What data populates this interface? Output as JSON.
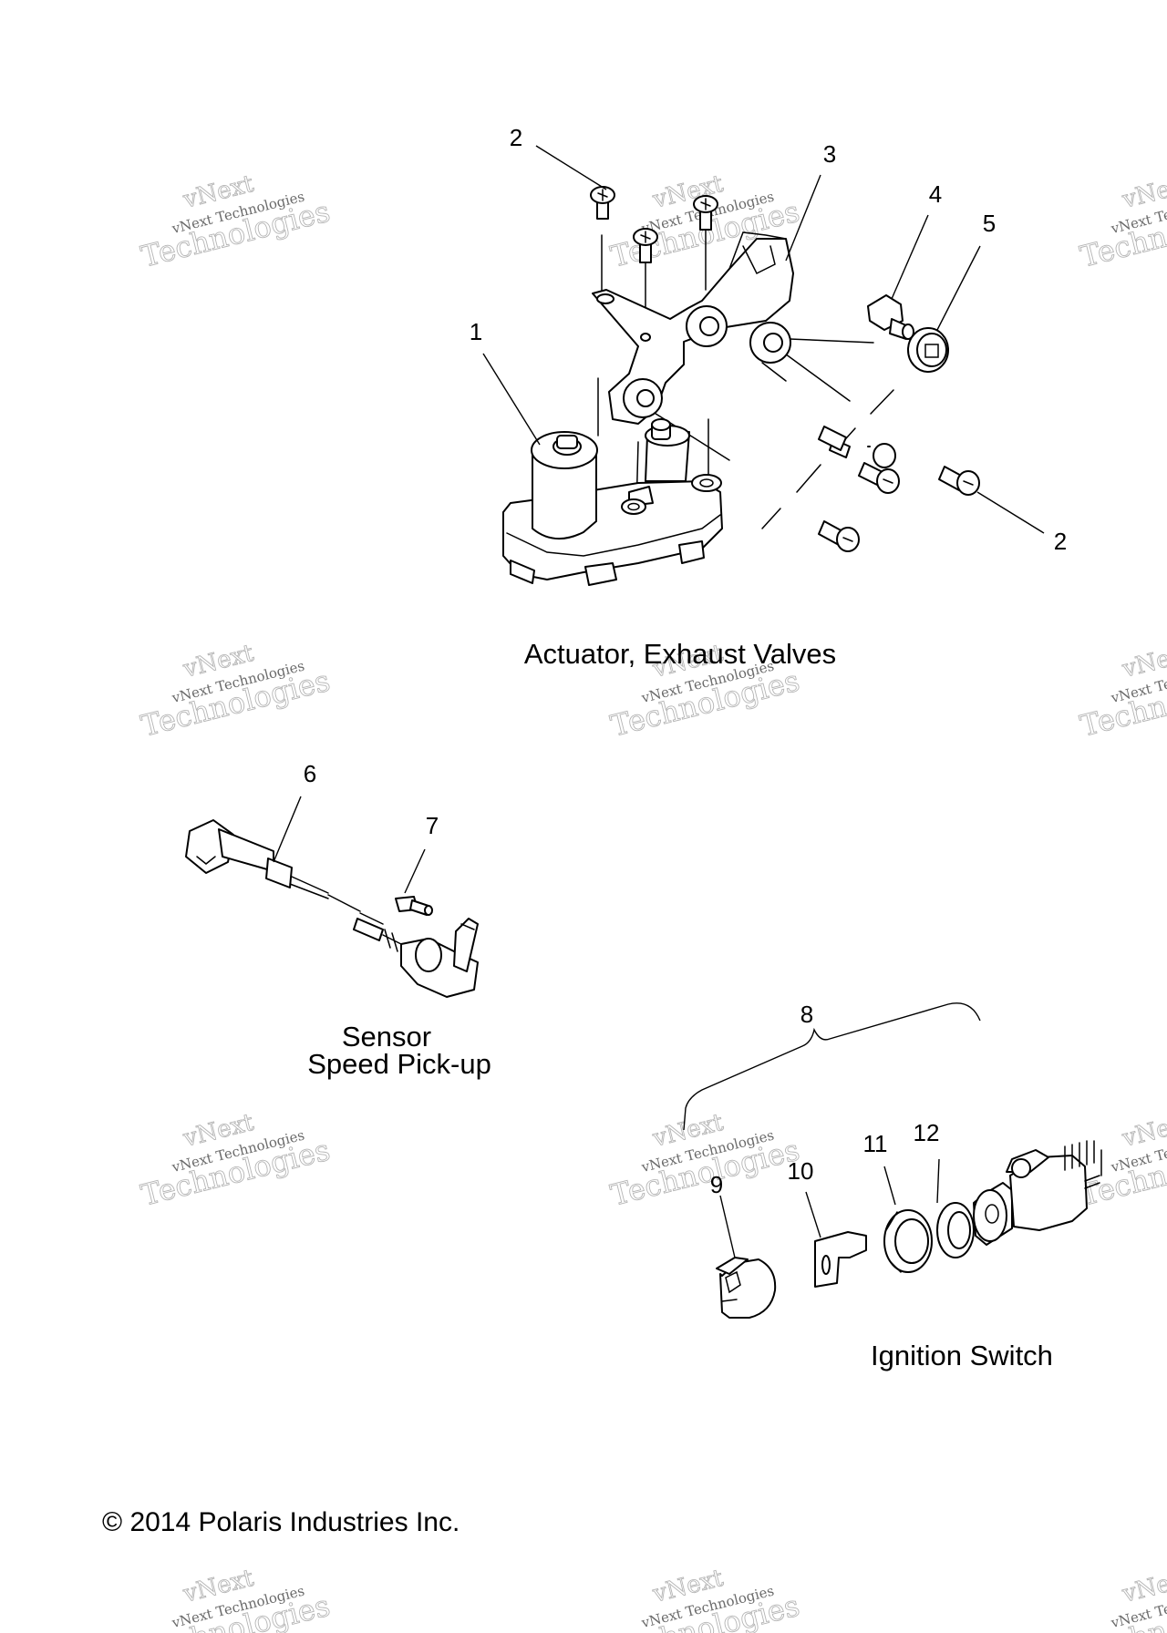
{
  "sections": {
    "actuator": {
      "caption": "Actuator, Exhaust Valves",
      "callouts": [
        "1",
        "2",
        "3",
        "4",
        "5",
        "2"
      ]
    },
    "sensor": {
      "caption_line1": "Sensor",
      "caption_line2": "Speed Pick-up",
      "callouts": [
        "6",
        "7"
      ]
    },
    "ignition": {
      "caption": "Ignition Switch",
      "callouts": [
        "8",
        "9",
        "10",
        "11",
        "12"
      ]
    }
  },
  "copyright": "© 2014 Polaris Industries Inc.",
  "watermark": {
    "line1": "vNext",
    "line2": "vNext Technologies",
    "line3": "Technologies"
  }
}
